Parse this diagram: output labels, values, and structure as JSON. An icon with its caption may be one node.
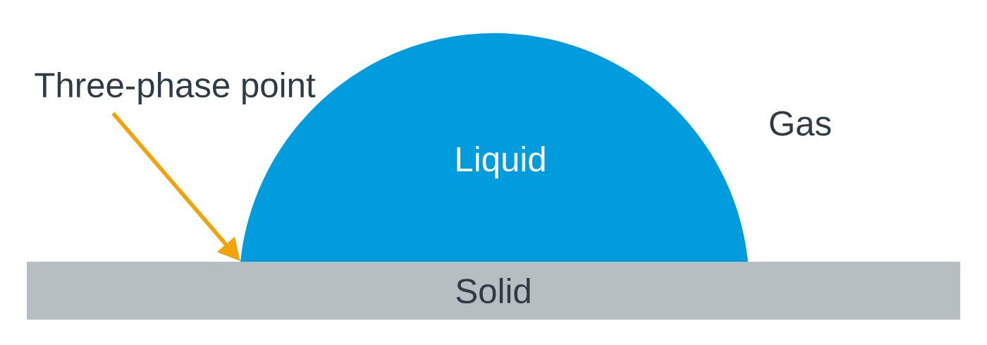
{
  "diagram": {
    "nodes": [
      {
        "text": [
          "Three-phase point"
        ]
      },
      {
        "text": [
          "Liquid"
        ]
      },
      {
        "text": [
          "Solid"
        ]
      }
    ],
    "edges": [
      {
        "from": 0,
        "to": 2,
        "arrow": "to",
        "color": "#f0a30a"
      }
    ],
    "labels": [
      "Gas"
    ]
  }
}
